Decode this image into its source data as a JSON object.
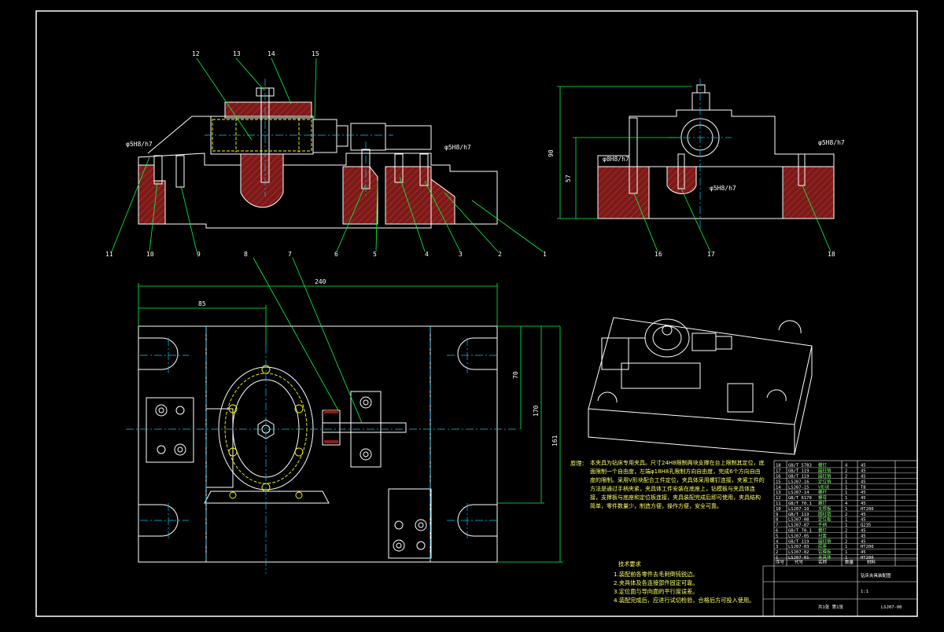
{
  "colors": {
    "background": "#000000",
    "outline": "#ffffff",
    "hidden_line": "#ffff00",
    "center_line": "#00c8ff",
    "dimension": "#00ff40",
    "leader": "#00ff40",
    "section_hatch": "#8a1c1c",
    "fit_text": "#ffffff"
  },
  "front_view": {
    "balloons": [
      "12",
      "13",
      "14",
      "15",
      "11",
      "10",
      "9",
      "8",
      "7",
      "6",
      "5",
      "4",
      "3",
      "2",
      "1"
    ],
    "fits": [
      "φ5H8/h7",
      "φ5H8/h7"
    ]
  },
  "side_view": {
    "balloons": [
      "16",
      "17",
      "18"
    ],
    "fits": [
      "φ5H8/h7",
      "φ8H8/h7",
      "φ5H8/h7"
    ],
    "dims": [
      "90",
      "57"
    ]
  },
  "top_view": {
    "dims": [
      "240",
      "85",
      "70",
      "170",
      "161"
    ]
  },
  "technical_notes": {
    "paragraph_label": "原理：",
    "paragraph_text": "本夹具为钻床专用夹具。尺寸24H8限制两块支撑在台上限制其定位，底面限制一个自由度，左端φ18H8孔限制方向自由度，完成6个方向自由度的限制。采用V形块配合工件定位，夹具体采用螺钉连接，夹紧工件的方法是通过手柄夹紧，夹具体工件安装在底座上，钻模板与夹具体连接，支撑板与底座和定位板连接，夹具装配完成后即可使用，夹具结构简单，零件数量少，制造方便，操作方便，安全可靠。",
    "title": "技术要求",
    "items": [
      "1.装配前各零件去毛刺倒钝锐边。",
      "2.夹具体及各连接部件固定可靠。",
      "3.定位面与导向面的平行度误差。",
      "4.装配完成后，应进行试切检验，合格后方可投入使用。"
    ]
  },
  "title_block": {
    "parts_rows": [
      [
        "18",
        "GB/T 5783",
        "螺钉",
        "4",
        "45"
      ],
      [
        "17",
        "GB/T 119",
        "圆柱销",
        "2",
        "45"
      ],
      [
        "16",
        "GB/T 119",
        "圆柱销",
        "2",
        "45"
      ],
      [
        "15",
        "LSJ07-16",
        "定位销",
        "1",
        "45"
      ],
      [
        "14",
        "LSJ07-15",
        "V形块",
        "1",
        "T8"
      ],
      [
        "13",
        "LSJ07-14",
        "螺杆",
        "1",
        "45"
      ],
      [
        "12",
        "GB/T 6170",
        "螺母",
        "1",
        "45"
      ],
      [
        "11",
        "GB/T 70.1",
        "螺钉",
        "4",
        "45"
      ],
      [
        "10",
        "LSJ07-10",
        "支撑板",
        "1",
        "HT200"
      ],
      [
        "9",
        "GB/T 119",
        "圆柱销",
        "2",
        "45"
      ],
      [
        "8",
        "LSJ07-08",
        "定位板",
        "1",
        "45"
      ],
      [
        "7",
        "LSJ07-07",
        "手柄",
        "1",
        "Q235"
      ],
      [
        "6",
        "GB/T 70.1",
        "螺钉",
        "2",
        "45"
      ],
      [
        "5",
        "LSJ07-05",
        "衬套",
        "1",
        "45"
      ],
      [
        "4",
        "GB/T 119",
        "圆柱销",
        "2",
        "45"
      ],
      [
        "3",
        "LSJ07-03",
        "底座",
        "1",
        "HT200"
      ],
      [
        "2",
        "LSJ07-02",
        "钻模板",
        "1",
        "45"
      ],
      [
        "1",
        "LSJ07-01",
        "夹具体",
        "1",
        "HT200"
      ]
    ],
    "header": [
      "序号",
      "代号",
      "名称",
      "数量",
      "材料"
    ],
    "drawing_name": "钻床夹具装配图",
    "drawing_number": "LSJ07-00",
    "scale": "1:1",
    "sheet": "共1张 第1张"
  }
}
